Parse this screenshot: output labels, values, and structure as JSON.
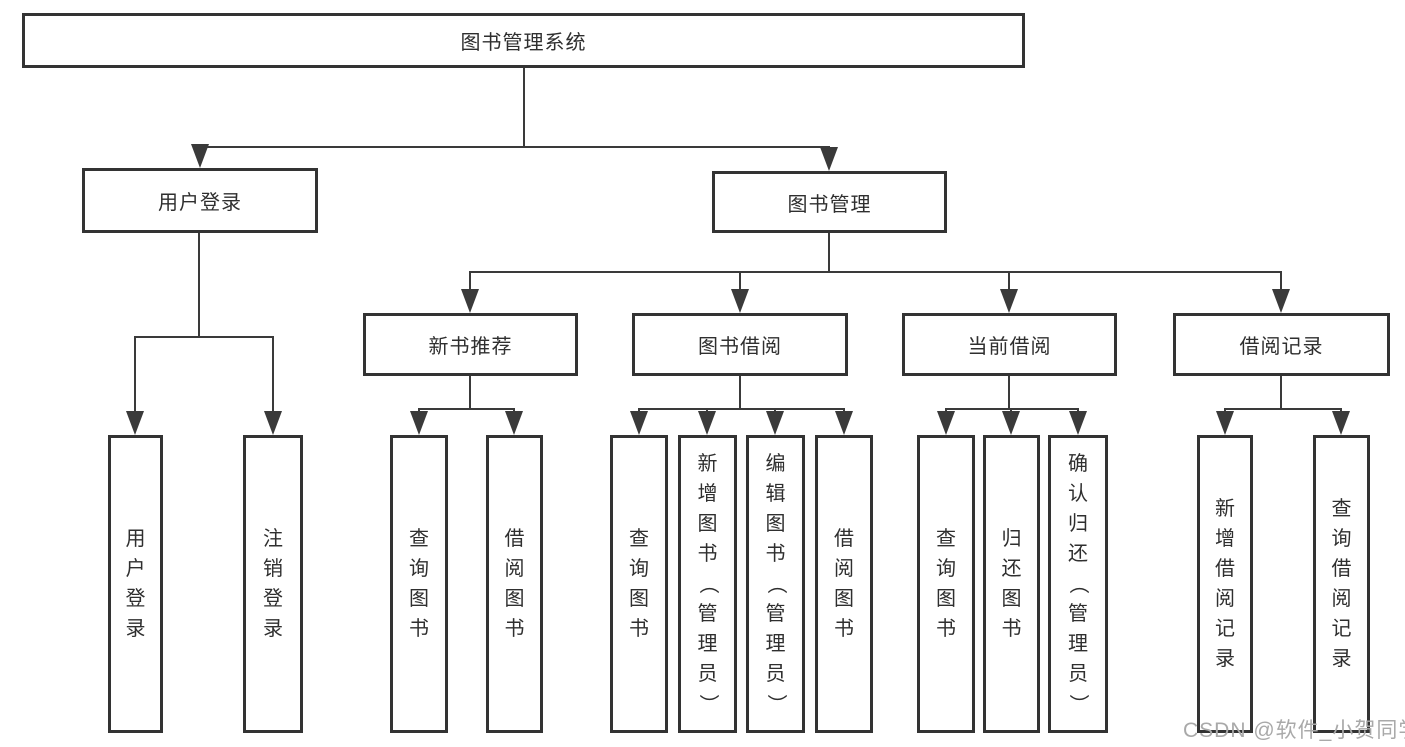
{
  "diagram": {
    "title_node": "图书管理系统",
    "root": {
      "label": "图书管理系统"
    },
    "level2": [
      {
        "label": "用户登录"
      },
      {
        "label": "图书管理"
      }
    ],
    "level3": [
      {
        "label": "新书推荐"
      },
      {
        "label": "图书借阅"
      },
      {
        "label": "当前借阅"
      },
      {
        "label": "借阅记录"
      }
    ],
    "leaves": {
      "user_login": [
        "用户登录",
        "注销登录"
      ],
      "new_book": [
        "查询图书",
        "借阅图书"
      ],
      "borrow": [
        "查询图书",
        "新增图书（管理员）",
        "编辑图书（管理员）",
        "借阅图书"
      ],
      "current": [
        "查询图书",
        "归还图书",
        "确认归还（管理员）"
      ],
      "records": [
        "新增借阅记录",
        "查询借阅记录"
      ]
    }
  },
  "watermark": {
    "text": "CSDN @软件_小贺同学"
  },
  "colors": {
    "line": "#3a3a3a",
    "box_border": "#333333",
    "text": "#2f2f2f",
    "background": "#ffffff",
    "watermark": "#a9a9a9"
  }
}
